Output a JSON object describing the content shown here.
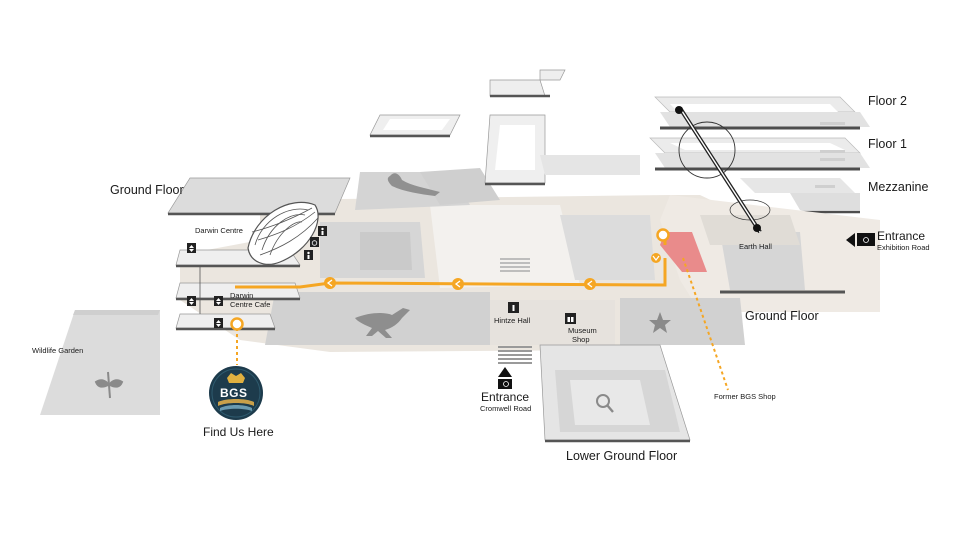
{
  "labels": {
    "floor2": "Floor 2",
    "floor1": "Floor 1",
    "mezzanine": "Mezzanine",
    "ground_floor_left": "Ground Floor",
    "ground_floor_right": "Ground Floor",
    "lower_ground_floor": "Lower Ground Floor",
    "darwin_centre": "Darwin Centre",
    "darwin_cafe_line1": "Darwin",
    "darwin_cafe_line2": "Centre Cafe",
    "wildlife_garden": "Wildlife Garden",
    "earth_hall": "Earth Hall",
    "hintze_hall": "Hintze Hall",
    "museum_shop_line1": "Museum",
    "museum_shop_line2": "Shop",
    "former_bgs_shop": "Former BGS Shop",
    "find_us_here": "Find Us Here"
  },
  "entrances": {
    "exhibition": {
      "title": "Entrance",
      "subtitle": "Exhibition Road"
    },
    "cromwell": {
      "title": "Entrance",
      "subtitle": "Cromwell Road"
    }
  },
  "logo": {
    "text": "BGS"
  },
  "colors": {
    "route": "#f5a623",
    "former_shop": "#e98b8b",
    "floor_light": "#ebe6df",
    "floor_mid": "#dcdcdc",
    "floor_dark": "#c8c8c8",
    "edge_dark": "#555555",
    "logo_bg": "#1d3b4c"
  },
  "icons": [
    "whale-silhouette-icon",
    "dinosaur-silhouette-icon",
    "dragonfly-silhouette-icon",
    "star-icon",
    "magnifier-icon",
    "elevator-icon",
    "toilet-icon",
    "wheelchair-icon",
    "gift-shop-icon",
    "info-icon",
    "location-pin-icon",
    "chevron-left-icon"
  ]
}
